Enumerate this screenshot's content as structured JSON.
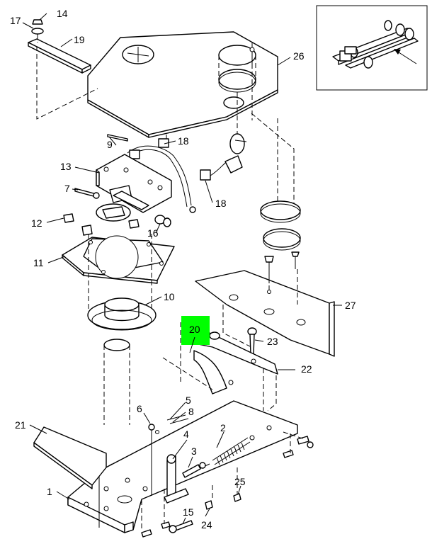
{
  "callouts": {
    "c1": "1",
    "c2": "2",
    "c3": "3",
    "c4": "4",
    "c5": "5",
    "c6": "6",
    "c7": "7",
    "c8": "8",
    "c9": "9",
    "c10": "10",
    "c11": "11",
    "c12": "12",
    "c13": "13",
    "c14": "14",
    "c15": "15",
    "c16": "16",
    "c17": "17",
    "c18a": "18",
    "c18b": "18",
    "c19": "19",
    "c20": "20",
    "c21": "21",
    "c22": "22",
    "c23": "23",
    "c24": "24",
    "c25": "25",
    "c26": "26",
    "c27": "27"
  },
  "highlight": {
    "color": "#00ff00",
    "callout": "20"
  }
}
